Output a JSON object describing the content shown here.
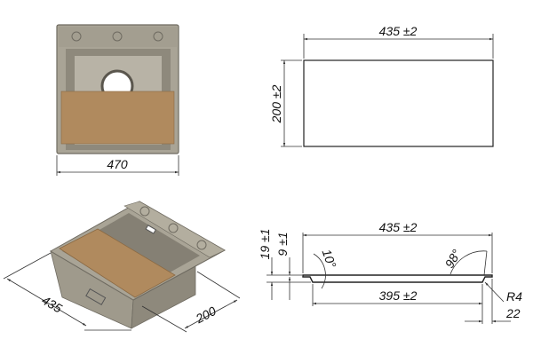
{
  "colors": {
    "sink": "#a9a496",
    "sink_dark": "#8e897c",
    "sink_inner": "#b8b3a6",
    "board": "#b08a5e",
    "line": "#333333"
  },
  "top_view": {
    "width_label": "470"
  },
  "board_plan": {
    "length_label": "435 ±2",
    "width_label": "200 ±2"
  },
  "iso_view": {
    "length_label": "435",
    "width_label": "200"
  },
  "board_profile": {
    "top_length_label": "435 ±2",
    "bottom_length_label": "395 ±2",
    "total_thickness_label": "19 ±1",
    "step_thickness_label": "9 ±1",
    "left_angle_label": "10°",
    "right_angle_label": "98°",
    "radius_label": "R4",
    "step_width_label": "22"
  }
}
